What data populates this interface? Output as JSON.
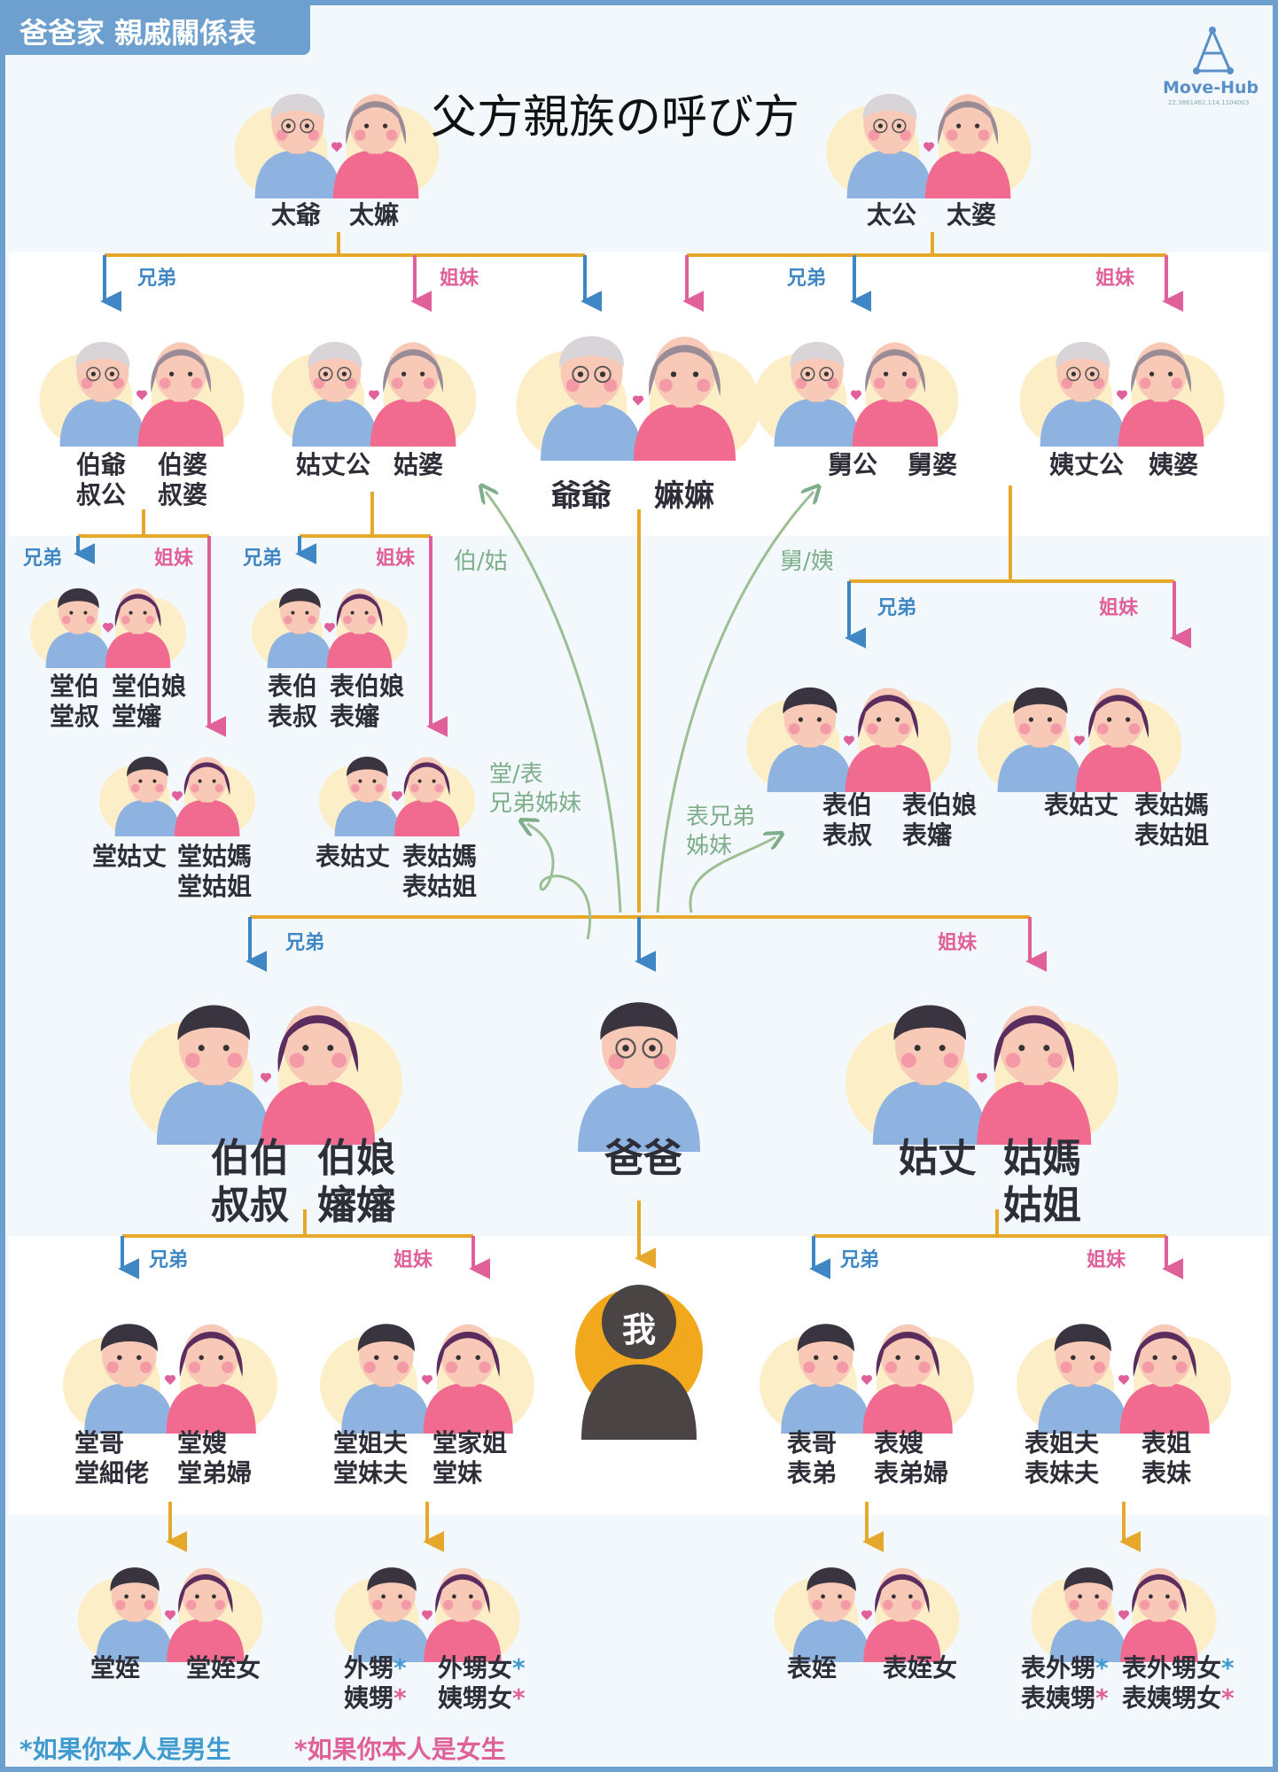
{
  "header": {
    "tab_title": "爸爸家 親戚關係表",
    "main_title": "父方親族の呼び方"
  },
  "logo": {
    "name": "Move-Hub",
    "address": "22.3861462,114.1104003"
  },
  "tags": {
    "brother": "兄弟",
    "sister": "姐妹"
  },
  "gen1": {
    "left_m": "太爺",
    "left_f": "太嫲",
    "right_m": "太公",
    "right_f": "太婆"
  },
  "gen2": {
    "a_m": "伯爺\n叔公",
    "a_f": "伯婆\n叔婆",
    "b_m": "姑丈公",
    "b_f": "姑婆",
    "c_m": "爺爺",
    "c_f": "嫲嫲",
    "d_m": "舅公",
    "d_f": "舅婆",
    "e_m": "姨丈公",
    "e_f": "姨婆"
  },
  "gen3": {
    "a1_m": "堂伯\n堂叔",
    "a1_f": "堂伯娘\n堂嬸",
    "a2_m": "堂姑丈",
    "a2_f": "堂姑媽\n堂姑姐",
    "b1_m": "表伯\n表叔",
    "b1_f": "表伯娘\n表嬸",
    "b2_m": "表姑丈",
    "b2_f": "表姑媽\n表姑姐",
    "r1_m": "表伯\n表叔",
    "r1_f": "表伯娘\n表嬸",
    "r2_m": "表姑丈",
    "r2_f": "表姑媽\n表姑姐"
  },
  "curves": {
    "bogu": "伯/姑",
    "jiuyi": "舅/姨",
    "tangbiao": "堂/表\n兄弟姊妹",
    "biaoxiong": "表兄弟\n姊妹"
  },
  "gen4": {
    "uncle_m": "伯伯\n叔叔",
    "uncle_f": "伯娘\n嬸嬸",
    "dad": "爸爸",
    "aunt_m": "姑丈",
    "aunt_f": "姑媽\n姑姐"
  },
  "me": "我",
  "gen5": {
    "a_m": "堂哥\n堂細佬",
    "a_f": "堂嫂\n堂弟婦",
    "b_m": "堂姐夫\n堂妹夫",
    "b_f": "堂家姐\n堂妹",
    "c_m": "表哥\n表弟",
    "c_f": "表嫂\n表弟婦",
    "d_m": "表姐夫\n表妹夫",
    "d_f": "表姐\n表妹"
  },
  "gen6": {
    "a_m": "堂姪",
    "a_f": "堂姪女",
    "b_m1": "外甥",
    "b_m2": "姨甥",
    "b_f1": "外甥女",
    "b_f2": "姨甥女",
    "c_m": "表姪",
    "c_f": "表姪女",
    "d_m1": "表外甥",
    "d_m2": "表姨甥",
    "d_f1": "表外甥女",
    "d_f2": "表姨甥女",
    "star": "*"
  },
  "notes": {
    "male": "*如果你本人是男生",
    "female": "*如果你本人是女生"
  },
  "colors": {
    "brother": "#3f86c4",
    "sister": "#e0609a",
    "line": "#e6a82a",
    "curve": "#7fae8a",
    "me": "#f2a81d"
  }
}
